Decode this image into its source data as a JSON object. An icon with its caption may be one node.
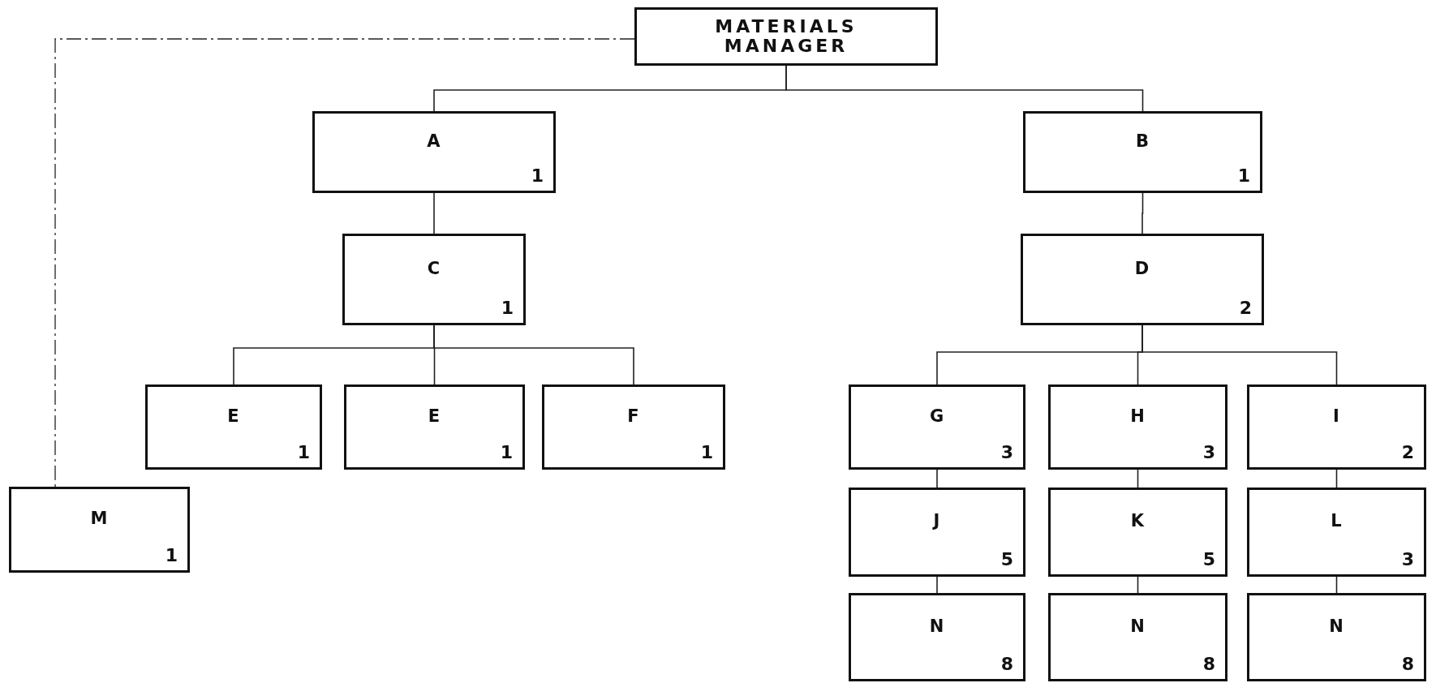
{
  "diagram": {
    "nodes": [
      {
        "text": [
          "MATERIALS MANAGER"
        ]
      },
      {
        "text": [
          "A",
          "1"
        ]
      },
      {
        "text": [
          "B",
          "1"
        ]
      },
      {
        "text": [
          "C",
          "1"
        ]
      },
      {
        "text": [
          "D",
          "2"
        ]
      },
      {
        "text": [
          "E",
          "1"
        ]
      },
      {
        "text": [
          "E",
          "1"
        ]
      },
      {
        "text": [
          "F",
          "1"
        ]
      },
      {
        "text": [
          "G",
          "3"
        ]
      },
      {
        "text": [
          "H",
          "3"
        ]
      },
      {
        "text": [
          "I",
          "2"
        ]
      },
      {
        "text": [
          "M",
          "1"
        ]
      },
      {
        "text": [
          "J",
          "5"
        ]
      },
      {
        "text": [
          "K",
          "5"
        ]
      },
      {
        "text": [
          "L",
          "3"
        ]
      },
      {
        "text": [
          "N",
          "8"
        ]
      },
      {
        "text": [
          "N",
          "8"
        ]
      },
      {
        "text": [
          "N",
          "8"
        ]
      }
    ],
    "edges": [
      {
        "from": 0,
        "to": 1,
        "arrow": "none"
      },
      {
        "from": 0,
        "to": 2,
        "arrow": "none"
      },
      {
        "from": 1,
        "to": 3,
        "arrow": "none"
      },
      {
        "from": 2,
        "to": 4,
        "arrow": "none"
      },
      {
        "from": 3,
        "to": 5,
        "arrow": "none"
      },
      {
        "from": 3,
        "to": 6,
        "arrow": "none"
      },
      {
        "from": 3,
        "to": 7,
        "arrow": "none"
      },
      {
        "from": 4,
        "to": 8,
        "arrow": "none"
      },
      {
        "from": 4,
        "to": 9,
        "arrow": "none"
      },
      {
        "from": 4,
        "to": 10,
        "arrow": "none"
      },
      {
        "from": 8,
        "to": 12,
        "arrow": "none"
      },
      {
        "from": 9,
        "to": 13,
        "arrow": "none"
      },
      {
        "from": 10,
        "to": 14,
        "arrow": "none"
      },
      {
        "from": 12,
        "to": 15,
        "arrow": "none"
      },
      {
        "from": 13,
        "to": 16,
        "arrow": "none"
      },
      {
        "from": 14,
        "to": 17,
        "arrow": "none"
      },
      {
        "from": 0,
        "to": 11,
        "arrow": "none",
        "style": "dashed"
      }
    ]
  }
}
